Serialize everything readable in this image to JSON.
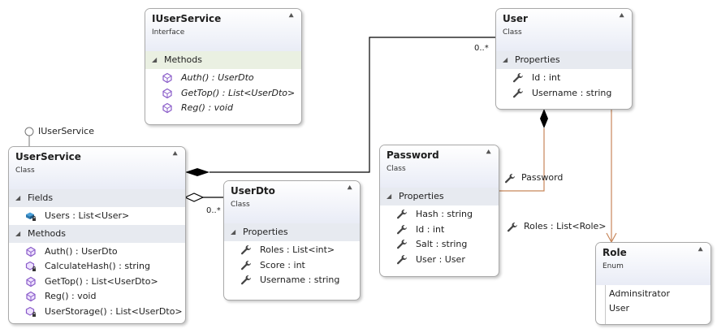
{
  "colors": {
    "header_bg": "#e9ecf6",
    "section_bg": "#e7eaf0",
    "association": "#000000",
    "dependency": "#c7865a"
  },
  "iuserservice": {
    "name": "IUserService",
    "kind": "Interface",
    "sections": [
      {
        "label": "Methods",
        "members": [
          {
            "text": "Auth() : UserDto",
            "icon": "interface-method-icon"
          },
          {
            "text": "GetTop() : List<UserDto>",
            "icon": "interface-method-icon"
          },
          {
            "text": "Reg() : void",
            "icon": "interface-method-icon"
          }
        ]
      }
    ]
  },
  "user": {
    "name": "User",
    "kind": "Class",
    "sections": [
      {
        "label": "Properties",
        "members": [
          {
            "text": "Id : int",
            "icon": "wrench-icon"
          },
          {
            "text": "Username : string",
            "icon": "wrench-icon"
          }
        ]
      }
    ]
  },
  "userservice": {
    "name": "UserService",
    "kind": "Class",
    "sections": [
      {
        "label": "Fields",
        "members": [
          {
            "text": "Users : List<User>",
            "icon": "private-field-icon"
          }
        ]
      },
      {
        "label": "Methods",
        "members": [
          {
            "text": "Auth() : UserDto",
            "icon": "public-method-icon"
          },
          {
            "text": "CalculateHash() : string",
            "icon": "private-method-icon"
          },
          {
            "text": "GetTop() : List<UserDto>",
            "icon": "public-method-icon"
          },
          {
            "text": "Reg() : void",
            "icon": "public-method-icon"
          },
          {
            "text": "UserStorage() : List<UserDto>",
            "icon": "private-method-icon"
          }
        ]
      }
    ]
  },
  "userdto": {
    "name": "UserDto",
    "kind": "Class",
    "sections": [
      {
        "label": "Properties",
        "members": [
          {
            "text": "Roles : List<int>",
            "icon": "wrench-icon"
          },
          {
            "text": "Score : int",
            "icon": "wrench-icon"
          },
          {
            "text": "Username : string",
            "icon": "wrench-icon"
          }
        ]
      }
    ]
  },
  "password": {
    "name": "Password",
    "kind": "Class",
    "sections": [
      {
        "label": "Properties",
        "members": [
          {
            "text": "Hash : string",
            "icon": "wrench-icon"
          },
          {
            "text": "Id : int",
            "icon": "wrench-icon"
          },
          {
            "text": "Salt : string",
            "icon": "wrench-icon"
          },
          {
            "text": "User : User",
            "icon": "wrench-icon"
          }
        ]
      }
    ]
  },
  "role": {
    "name": "Role",
    "kind": "Enum",
    "values": [
      "Adminsitrator",
      "User"
    ]
  },
  "connectors": {
    "lollipop_label": "IUserService",
    "user_multiplicity": "0..*",
    "userdto_multiplicity": "0..*",
    "password_label": "Password",
    "roles_label": "Roles : List<Role>"
  }
}
